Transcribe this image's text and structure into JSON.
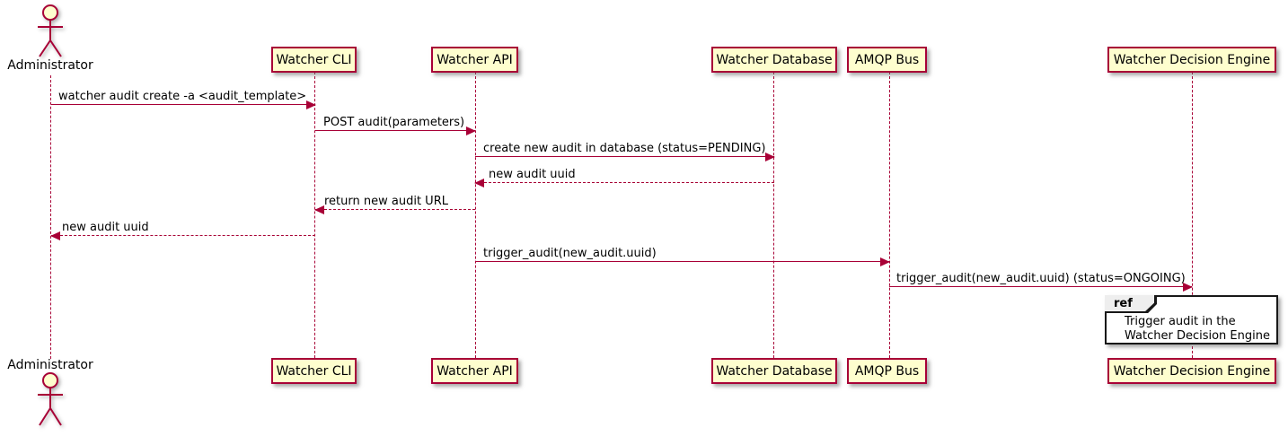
{
  "diagram_type": "sequence",
  "colors": {
    "participant_fill": "#FEFECE",
    "participant_border": "#A80036",
    "lifeline": "#A80036",
    "arrow": "#A80036",
    "actor": "#A80036",
    "text": "#000000",
    "ref_border": "#181818",
    "ref_header_fill": "#EEEEEE",
    "background": "#FFFFFF"
  },
  "participants": [
    {
      "label": "Administrator",
      "type": "actor"
    },
    {
      "label": "Watcher CLI",
      "type": "participant"
    },
    {
      "label": "Watcher API",
      "type": "participant"
    },
    {
      "label": "Watcher Database",
      "type": "participant"
    },
    {
      "label": "AMQP Bus",
      "type": "participant"
    },
    {
      "label": "Watcher Decision Engine",
      "type": "participant"
    }
  ],
  "messages": [
    {
      "text": "watcher audit create -a <audit_template>",
      "from": "Administrator",
      "to": "Watcher CLI",
      "kind": "call"
    },
    {
      "text": "POST audit(parameters)",
      "from": "Watcher CLI",
      "to": "Watcher API",
      "kind": "call"
    },
    {
      "text": "create new audit in database (status=PENDING)",
      "from": "Watcher API",
      "to": "Watcher Database",
      "kind": "call"
    },
    {
      "text": "new audit uuid",
      "from": "Watcher Database",
      "to": "Watcher API",
      "kind": "return"
    },
    {
      "text": "return new audit URL",
      "from": "Watcher API",
      "to": "Watcher CLI",
      "kind": "return"
    },
    {
      "text": "new audit uuid",
      "from": "Watcher CLI",
      "to": "Administrator",
      "kind": "return"
    },
    {
      "text": "trigger_audit(new_audit.uuid)",
      "from": "Watcher API",
      "to": "AMQP Bus",
      "kind": "call"
    },
    {
      "text": "trigger_audit(new_audit.uuid) (status=ONGOING)",
      "from": "AMQP Bus",
      "to": "Watcher Decision Engine",
      "kind": "call"
    }
  ],
  "ref_fragment": {
    "keyword": "ref",
    "over": "Watcher Decision Engine",
    "text_lines": [
      "Trigger audit in the",
      "Watcher Decision Engine"
    ]
  }
}
